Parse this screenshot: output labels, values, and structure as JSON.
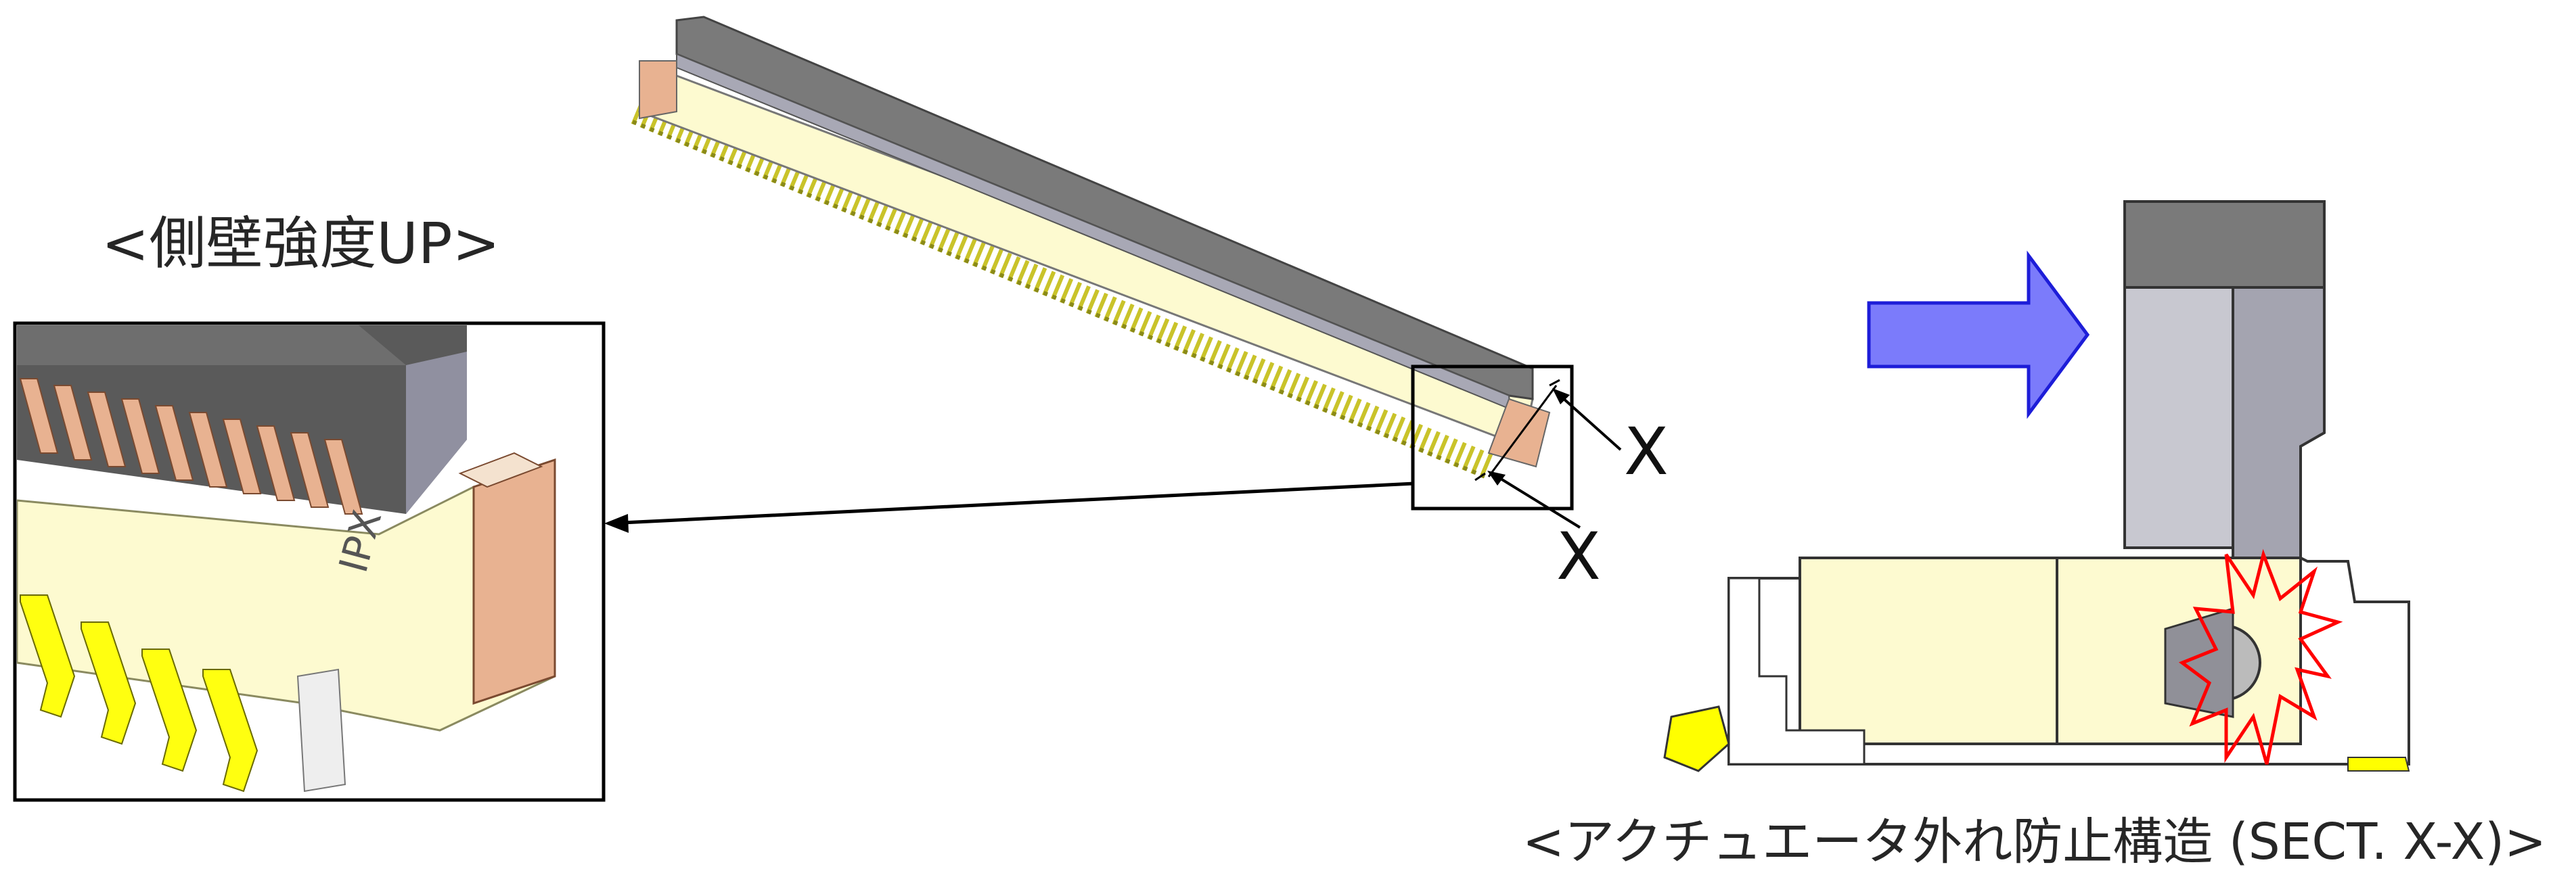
{
  "labels": {
    "left_title": "<側壁強度UP>",
    "bottom_caption": "<アクチュエータ外れ防止構造 (SECT. X-X)>",
    "section_marker_top": "X",
    "section_marker_bottom": "X",
    "logo_text": "IPX"
  },
  "colors": {
    "connector_body": "#fdfad0",
    "connector_top_gray": "#7a7a7a",
    "connector_side_gray": "#a8a8b5",
    "pin_yellow": "#e9e63a",
    "tab_copper": "#e8b291",
    "arrow_fill": "#7b7bfb",
    "arrow_stroke": "#1d1dd8",
    "burst_stroke": "#ff0000",
    "lock_yellow": "#ffff00"
  }
}
